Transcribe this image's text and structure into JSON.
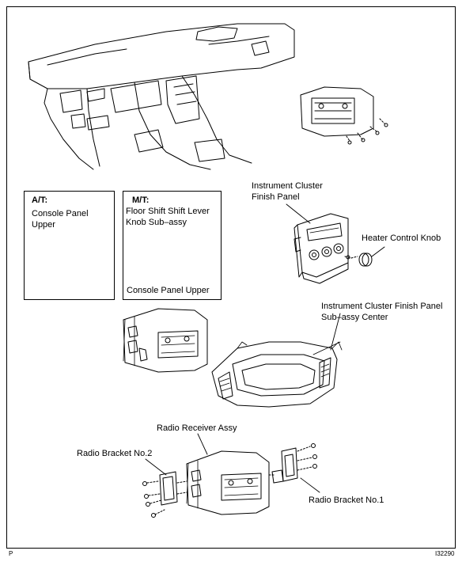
{
  "inset_at": {
    "title": "A/T:",
    "line1": "Console Panel",
    "line2": "Upper"
  },
  "inset_mt": {
    "title": "M/T:",
    "line1": "Floor Shift Shift Lever",
    "line2": "Knob Sub–assy",
    "line3": "Console Panel Upper"
  },
  "labels": {
    "cluster_finish_panel_1": "Instrument Cluster",
    "cluster_finish_panel_2": "Finish Panel",
    "heater_knob": "Heater Control Knob",
    "cluster_center_1": "Instrument Cluster Finish Panel",
    "cluster_center_2": "Sub–assy Center",
    "radio_receiver": "Radio Receiver Assy",
    "radio_bracket_2": "Radio Bracket No.2",
    "radio_bracket_1": "Radio Bracket No.1"
  },
  "footer": {
    "left": "P",
    "right": "I32290"
  }
}
